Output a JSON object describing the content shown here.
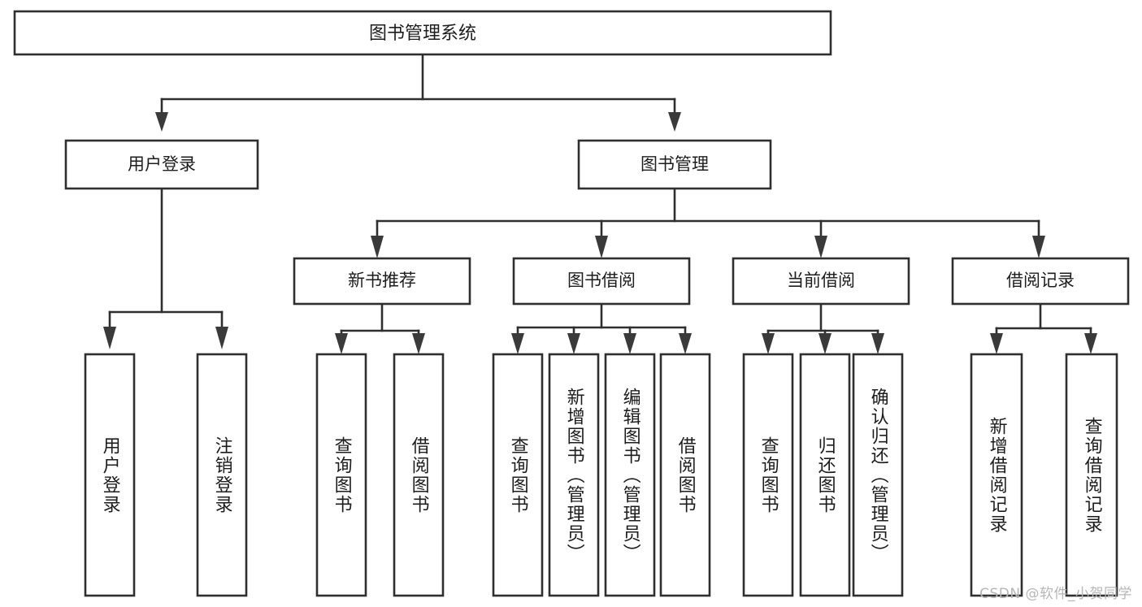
{
  "diagram": {
    "type": "hierarchy-tree",
    "title": "图书管理系统",
    "watermark": "CSDN @软件_小贺同学",
    "colors": {
      "stroke": "#2f2f2f",
      "fill": "#ffffff",
      "text": "#1d1d1d",
      "arrow": "#3a3a3a",
      "watermark": "#b6b6b6",
      "background": "#ffffff"
    },
    "root": {
      "label": "图书管理系统"
    },
    "level2": [
      {
        "label": "用户登录"
      },
      {
        "label": "图书管理"
      }
    ],
    "level3": [
      {
        "label": "新书推荐"
      },
      {
        "label": "图书借阅"
      },
      {
        "label": "当前借阅"
      },
      {
        "label": "借阅记录"
      }
    ],
    "leaves": {
      "user_login": [
        {
          "label": "用户登录"
        },
        {
          "label": "注销登录"
        }
      ],
      "new_book_recommend": [
        {
          "label": "查询图书"
        },
        {
          "label": "借阅图书"
        }
      ],
      "book_borrow": [
        {
          "label": "查询图书"
        },
        {
          "label": "新增图书（管理员）"
        },
        {
          "label": "编辑图书（管理员）"
        },
        {
          "label": "借阅图书"
        }
      ],
      "current_borrow": [
        {
          "label": "查询图书"
        },
        {
          "label": "归还图书"
        },
        {
          "label": "确认归还（管理员）"
        }
      ],
      "borrow_record": [
        {
          "label": "新增借阅记录"
        },
        {
          "label": "查询借阅记录"
        }
      ]
    }
  }
}
